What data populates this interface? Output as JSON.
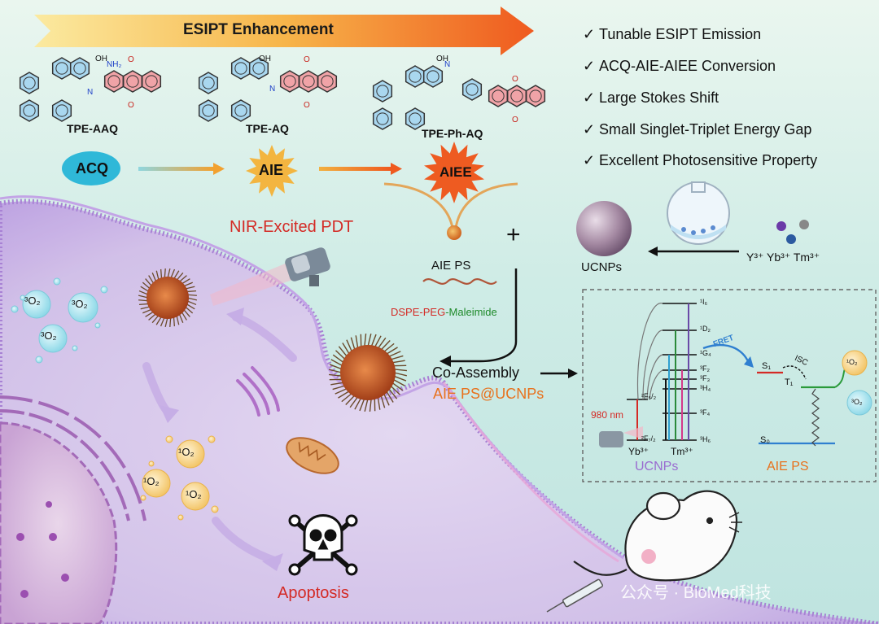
{
  "header": {
    "banner": "ESIPT Enhancement"
  },
  "features": [
    "Tunable ESIPT Emission",
    "ACQ-AIE-AIEE Conversion",
    "Large Stokes Shift",
    "Small Singlet-Triplet Energy Gap",
    "Excellent Photosensitive Property"
  ],
  "check_mark": "✓",
  "molecules": [
    "TPE-AAQ",
    "TPE-AQ",
    "TPE-Ph-AQ"
  ],
  "atoms": {
    "oh": "OH",
    "nh2": "NH₂",
    "n": "N",
    "o": "O"
  },
  "stages": {
    "acq": "ACQ",
    "aie": "AIE",
    "aiee": "AIEE"
  },
  "labels": {
    "aie_ps": "AIE PS",
    "plus": "+",
    "ucnps": "UCNPs",
    "ions": "Y³⁺  Yb³⁺  Tm³⁺",
    "dspe_red": "DSPE-PEG",
    "dspe_green": "-Maleimide",
    "co_assembly": "Co-Assembly",
    "aie_ps_ucnps": "AIE PS@UCNPs",
    "nir_pdt": "NIR-Excited PDT",
    "apoptosis": "Apoptosis",
    "triplet_o2": "³O₂",
    "singlet_o2": "¹O₂"
  },
  "energy_diagram": {
    "levels": [
      "¹I₆",
      "¹D₂",
      "¹G₄",
      "³F₂",
      "³F₃",
      "³H₄",
      "³F₄",
      "³H₆"
    ],
    "yb_upper": "²F₅/₂",
    "yb_lower": "²F₇/₂",
    "excitation": "980 nm",
    "yb": "Yb³⁺",
    "tm": "Tm³⁺",
    "ucnps": "UCNPs",
    "fret": "FRET",
    "isc": "ISC",
    "s1": "S₁",
    "t1": "T₁",
    "s0": "S₀",
    "aie_ps": "AIE PS"
  },
  "watermark": "公众号 · BioMed科技",
  "colors": {
    "background": "#d6efe9",
    "cell": "#c9b5e3",
    "cell_membrane": "#a77fd4",
    "pdt_red": "#d42a25",
    "orange": "#e8711c",
    "ucnps_purple": "#9a6cd0",
    "acq_blue": "#2fb8d8",
    "aie_gold": "#f3b540"
  }
}
